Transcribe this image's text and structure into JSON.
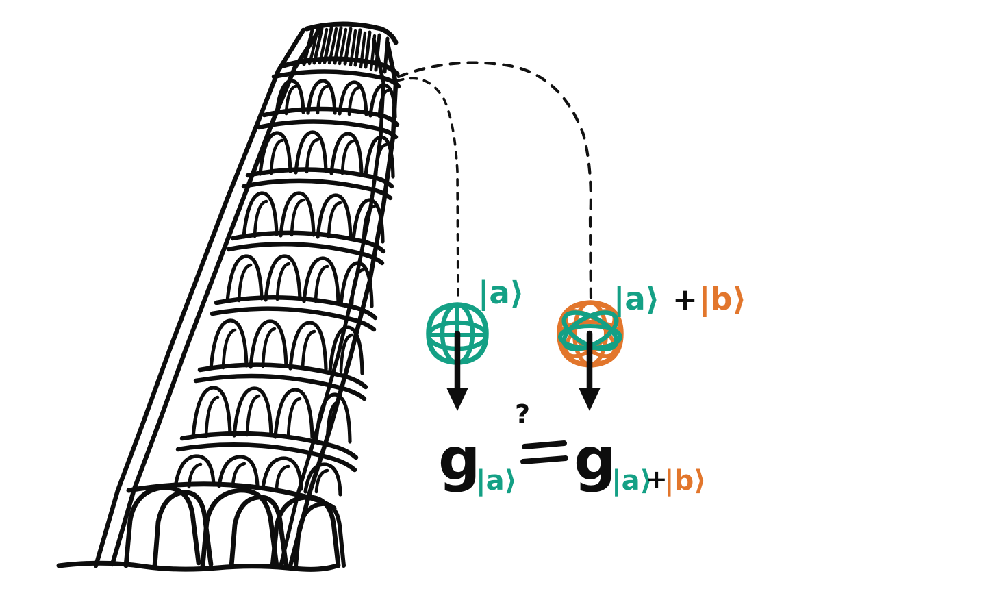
{
  "title": "Leaning Tower of Pisa quantum equivalence principle sketch",
  "background_color": "#ffffff",
  "colors": {
    "ink_black": "#0d0d0d",
    "teal": "#14a085",
    "orange": "#e2762c"
  },
  "tower": {
    "name": "Leaning Tower of Pisa",
    "tiers": 7,
    "base_arches": 3,
    "lean_direction": "right"
  },
  "trajectories": [
    {
      "id": "traj-left",
      "style": "dashed",
      "from": "tower-top",
      "to": "sphere-a"
    },
    {
      "id": "traj-right",
      "style": "dashed",
      "from": "tower-top",
      "to": "sphere-superposition"
    }
  ],
  "particles": [
    {
      "id": "sphere-a",
      "label": "|a⟩",
      "label_color": "#14a085",
      "sphere_colors": [
        "#14a085"
      ],
      "state": "eigenstate",
      "arrow": "downward"
    },
    {
      "id": "sphere-superposition",
      "label_parts": [
        {
          "text": "|a⟩",
          "color": "#14a085"
        },
        {
          "text": "+",
          "color": "#0d0d0d"
        },
        {
          "text": "|b⟩",
          "color": "#e2762c"
        }
      ],
      "label": "|a⟩ + |b⟩",
      "sphere_colors": [
        "#e2762c",
        "#14a085"
      ],
      "state": "superposition",
      "arrow": "downward"
    }
  ],
  "equation": {
    "question_mark": "?",
    "lhs": {
      "symbol": "g",
      "subscript_parts": [
        {
          "text": "|a⟩",
          "color": "#14a085"
        }
      ]
    },
    "relation": "=",
    "rhs": {
      "symbol": "g",
      "subscript_parts": [
        {
          "text": "|a⟩",
          "color": "#14a085"
        },
        {
          "text": "+",
          "color": "#0d0d0d"
        },
        {
          "text": "|b⟩",
          "color": "#e2762c"
        }
      ]
    },
    "reading": "g_|a⟩  =?  g_(|a⟩+|b⟩)"
  }
}
